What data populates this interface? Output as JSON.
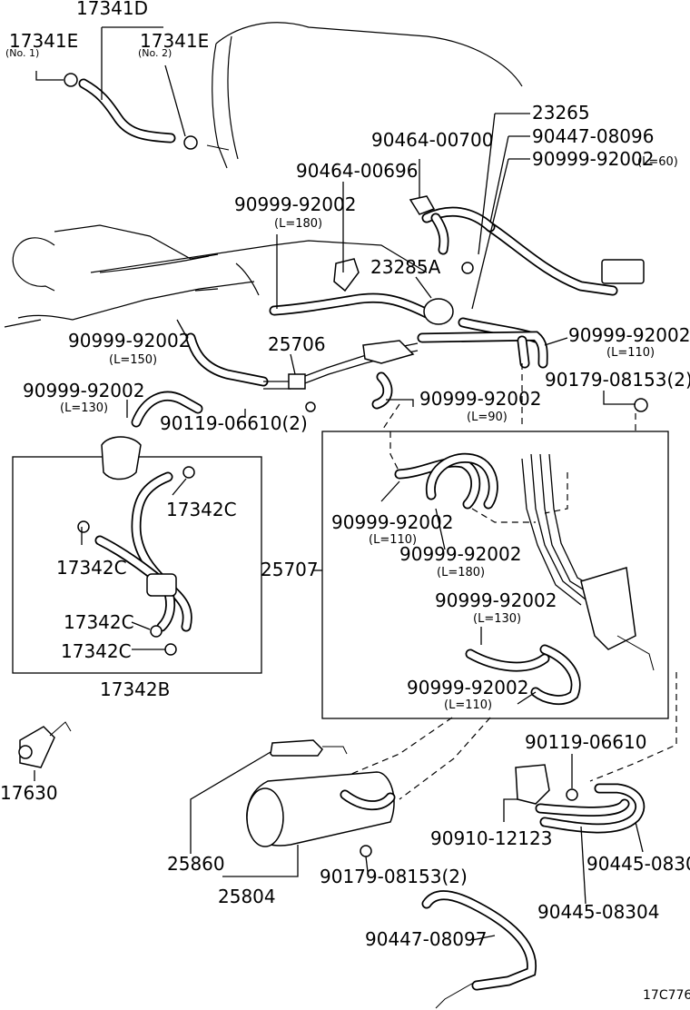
{
  "figure_code": "17C776",
  "callouts": {
    "p17341D": "17341D",
    "p17341E_1": "17341E",
    "p17341E_1_note": "(No. 1)",
    "p17341E_2": "17341E",
    "p17341E_2_note": "(No. 2)",
    "p23265": "23265",
    "p90464_00700": "90464-00700",
    "p90447_08096": "90447-08096",
    "p90999_L60": "90999-92002",
    "p90999_L60_note": "(L=60)",
    "p90464_00696": "90464-00696",
    "p90999_L180a": "90999-92002",
    "p90999_L180a_note": "(L=180)",
    "p23285A": "23285A",
    "p90999_L150": "90999-92002",
    "p90999_L150_note": "(L=150)",
    "p25706": "25706",
    "p90999_L110a": "90999-92002",
    "p90999_L110a_note": "(L=110)",
    "p90179_a": "90179-08153(2)",
    "p90999_L130a": "90999-92002",
    "p90999_L130a_note": "(L=130)",
    "p90119_2": "90119-06610(2)",
    "p90999_L90": "90999-92002",
    "p90999_L90_note": "(L=90)",
    "p17342C_a": "17342C",
    "p17342C_b": "17342C",
    "p17342C_c": "17342C",
    "p17342C_d": "17342C",
    "p17342B": "17342B",
    "p90999_L110b": "90999-92002",
    "p90999_L110b_note": "(L=110)",
    "p90999_L180b": "90999-92002",
    "p90999_L180b_note": "(L=180)",
    "p25707": "25707",
    "p90999_L130b": "90999-92002",
    "p90999_L130b_note": "(L=130)",
    "p90999_L110c": "90999-92002",
    "p90999_L110c_note": "(L=110)",
    "p17630": "17630",
    "p90119_06610": "90119-06610",
    "p90910_12123": "90910-12123",
    "p90445_0830": "90445-0830",
    "p25860": "25860",
    "p90179_b": "90179-08153(2)",
    "p25804": "25804",
    "p90445_08304": "90445-08304",
    "p90447_08097": "90447-08097"
  }
}
